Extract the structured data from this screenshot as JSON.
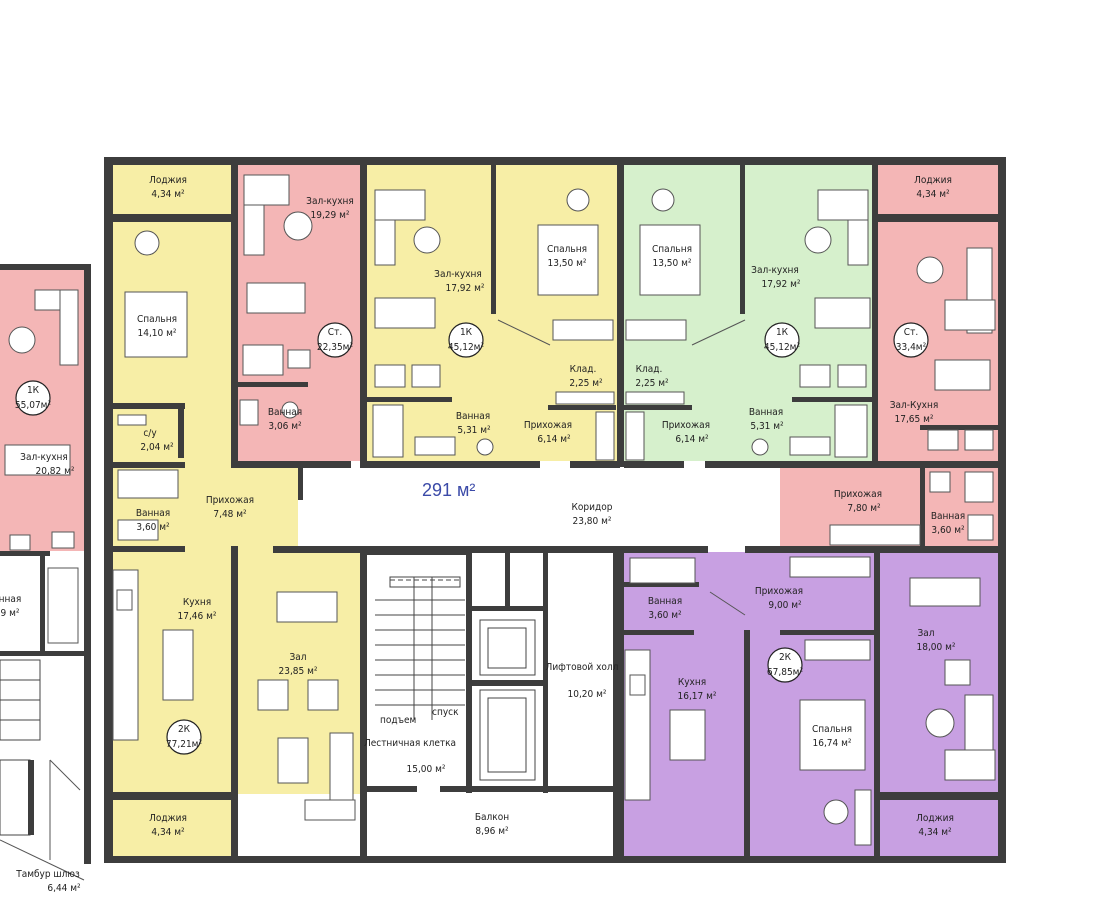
{
  "colors": {
    "pink": "#f4b6b6",
    "yellow": "#f7eea6",
    "green": "#d6f0cc",
    "purple": "#c8a0e2",
    "wall": "#3d3d3d",
    "accent_text": "#3b4aa8"
  },
  "total_area": "291 м²",
  "rooms": {
    "loggia_tl": {
      "name": "Лоджия",
      "area": "4,34 м²"
    },
    "zal_kitchen_1": {
      "name": "Зал-кухня",
      "area": "19,29 м²"
    },
    "bedroom_1": {
      "name": "Спальня",
      "area": "14,10 м²"
    },
    "bath_1": {
      "name": "Ванная",
      "area": "3,06 м²"
    },
    "su": {
      "name": "с/у",
      "area": "2,04 м²"
    },
    "hall_1": {
      "name": "Прихожая",
      "area": "7,48 м²"
    },
    "bath_2": {
      "name": "Ванная",
      "area": "3,60 м²"
    },
    "kitchen_1": {
      "name": "Кухня",
      "area": "17,46 м²"
    },
    "zal_1": {
      "name": "Зал",
      "area": "23,85 м²"
    },
    "loggia_bl": {
      "name": "Лоджия",
      "area": "4,34 м²"
    },
    "zal_kitchen_2": {
      "name": "Зал-кухня",
      "area": "17,92 м²"
    },
    "bedroom_2": {
      "name": "Спальня",
      "area": "13,50 м²"
    },
    "storage_1": {
      "name": "Клад.",
      "area": "2,25 м²"
    },
    "bath_3": {
      "name": "Ванная",
      "area": "5,31 м²"
    },
    "hall_2": {
      "name": "Прихожая",
      "area": "6,14 м²"
    },
    "bedroom_3": {
      "name": "Спальня",
      "area": "13,50 м²"
    },
    "zal_kitchen_3": {
      "name": "Зал-кухня",
      "area": "17,92 м²"
    },
    "storage_2": {
      "name": "Клад.",
      "area": "2,25 м²"
    },
    "hall_3": {
      "name": "Прихожая",
      "area": "6,14 м²"
    },
    "bath_4": {
      "name": "Ванная",
      "area": "5,31 м²"
    },
    "loggia_tr": {
      "name": "Лоджия",
      "area": "4,34 м²"
    },
    "zal_kitchen_4": {
      "name": "Зал-Кухня",
      "area": "17,65 м²"
    },
    "hall_4": {
      "name": "Прихожая",
      "area": "7,80 м²"
    },
    "bath_5": {
      "name": "Ванная",
      "area": "3,60 м²"
    },
    "corridor": {
      "name": "Коридор",
      "area": "23,80 м²"
    },
    "stair": {
      "name": "Лестничная клетка",
      "area": "15,00 м²"
    },
    "lift_hall": {
      "name": "Лифтовой холл",
      "area": "10,20 м²"
    },
    "balcony": {
      "name": "Балкон",
      "area": "8,96 м²"
    },
    "bath_6": {
      "name": "Ванная",
      "area": "3,60 м²"
    },
    "hall_5": {
      "name": "Прихожая",
      "area": "9,00 м²"
    },
    "zal_2": {
      "name": "Зал",
      "area": "18,00 м²"
    },
    "kitchen_2": {
      "name": "Кухня",
      "area": "16,17 м²"
    },
    "bedroom_4": {
      "name": "Спальня",
      "area": "16,74 м²"
    },
    "loggia_br": {
      "name": "Лоджия",
      "area": "4,34 м²"
    },
    "left_zal_kitchen": {
      "name": "Зал-кухня",
      "area": "20,82 м²"
    },
    "left_bath": {
      "name": "нная",
      "area": "9 м²"
    },
    "tambur": {
      "name": "Тамбур шлюз",
      "area": "6,44 м²"
    }
  },
  "badges": {
    "st_1": {
      "type": "Ст.",
      "area": "22,35м²"
    },
    "k1_1": {
      "type": "1К",
      "area": "45,12м²"
    },
    "k1_2": {
      "type": "1К",
      "area": "45,12м²"
    },
    "st_2": {
      "type": "Ст.",
      "area": "33,4м²"
    },
    "k2_1": {
      "type": "2К",
      "area": "77,21м²"
    },
    "k2_2": {
      "type": "2К",
      "area": "67,85м²"
    },
    "k1_left": {
      "type": "1К",
      "area": "55,07м²"
    }
  },
  "stair_marks": {
    "up": "подъем",
    "down": "спуск"
  }
}
